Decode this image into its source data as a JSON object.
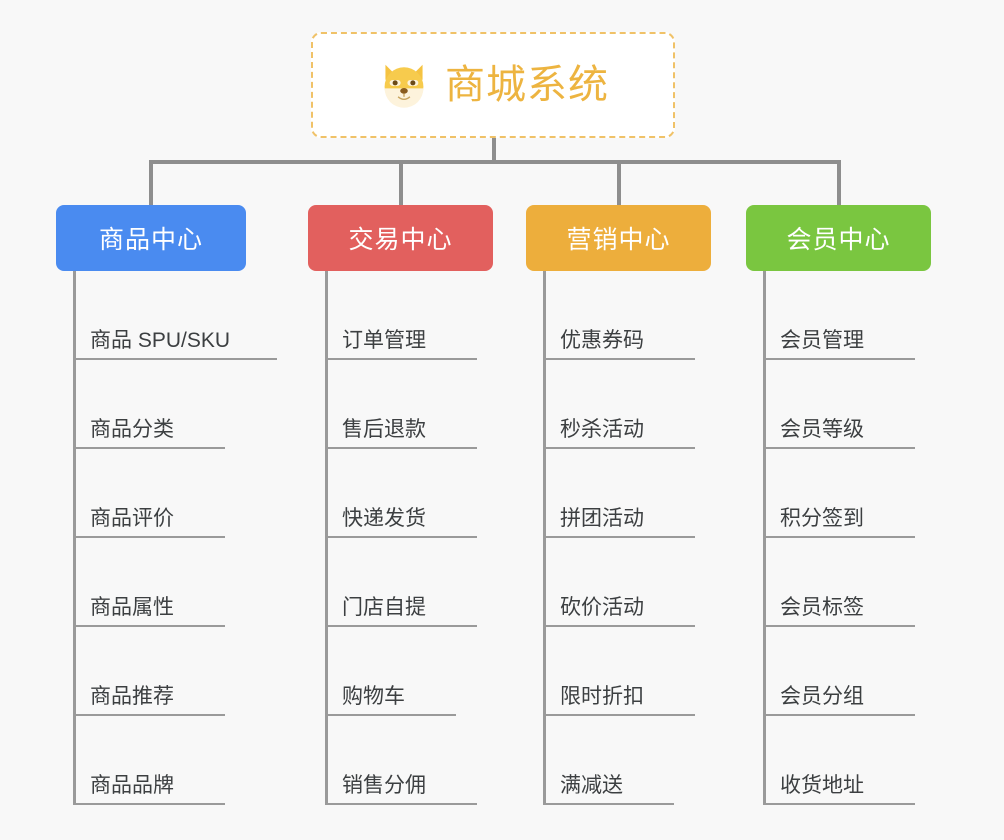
{
  "root": {
    "title": "商城系统",
    "emoji_icon": "shiba-dog-face-icon",
    "border_color": "#f0c268",
    "text_color": "#edb440",
    "background": "#ffffff"
  },
  "canvas": {
    "background": "#f8f8f8",
    "connector_color": "#8e8e8e"
  },
  "branches": [
    {
      "label": "商品中心",
      "color": "#4a8bf0",
      "items": [
        {
          "label": "商品 SPU/SKU",
          "rule_width": 204
        },
        {
          "label": "商品分类",
          "rule_width": 152
        },
        {
          "label": "商品评价",
          "rule_width": 152
        },
        {
          "label": "商品属性",
          "rule_width": 152
        },
        {
          "label": "商品推荐",
          "rule_width": 152
        },
        {
          "label": "商品品牌",
          "rule_width": 152
        }
      ]
    },
    {
      "label": "交易中心",
      "color": "#e2605e",
      "items": [
        {
          "label": "订单管理",
          "rule_width": 152
        },
        {
          "label": "售后退款",
          "rule_width": 152
        },
        {
          "label": "快递发货",
          "rule_width": 152
        },
        {
          "label": "门店自提",
          "rule_width": 152
        },
        {
          "label": "购物车",
          "rule_width": 131
        },
        {
          "label": "销售分佣",
          "rule_width": 152
        }
      ]
    },
    {
      "label": "营销中心",
      "color": "#edae3c",
      "items": [
        {
          "label": "优惠券码",
          "rule_width": 152
        },
        {
          "label": "秒杀活动",
          "rule_width": 152
        },
        {
          "label": "拼团活动",
          "rule_width": 152
        },
        {
          "label": "砍价活动",
          "rule_width": 152
        },
        {
          "label": "限时折扣",
          "rule_width": 152
        },
        {
          "label": "满减送",
          "rule_width": 131
        }
      ]
    },
    {
      "label": "会员中心",
      "color": "#7ac640",
      "items": [
        {
          "label": "会员管理",
          "rule_width": 152
        },
        {
          "label": "会员等级",
          "rule_width": 152
        },
        {
          "label": "积分签到",
          "rule_width": 152
        },
        {
          "label": "会员标签",
          "rule_width": 152
        },
        {
          "label": "会员分组",
          "rule_width": 152
        },
        {
          "label": "收货地址",
          "rule_width": 152
        }
      ]
    }
  ]
}
